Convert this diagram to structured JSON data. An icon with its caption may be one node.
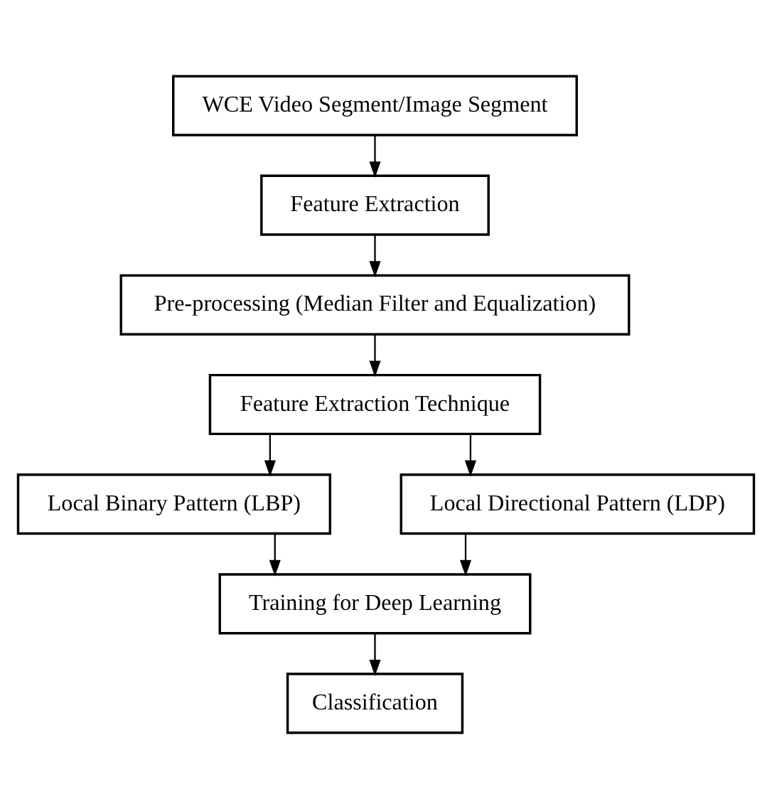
{
  "diagram": {
    "nodes": [
      {
        "text": [
          "WCE Video Segment/Image Segment"
        ]
      },
      {
        "text": [
          "Feature Extraction"
        ]
      },
      {
        "text": [
          "Pre-processing (Median Filter and Equalization)"
        ]
      },
      {
        "text": [
          "Feature Extraction Technique"
        ]
      },
      {
        "text": [
          "Local Binary Pattern (LBP)"
        ]
      },
      {
        "text": [
          "Local Directional Pattern (LDP)"
        ]
      },
      {
        "text": [
          "Training for Deep Learning"
        ]
      },
      {
        "text": [
          "Classification"
        ]
      }
    ],
    "edges": [
      {
        "from": 0,
        "to": 1,
        "arrow": "to"
      },
      {
        "from": 1,
        "to": 2,
        "arrow": "to"
      },
      {
        "from": 2,
        "to": 3,
        "arrow": "to"
      },
      {
        "from": 3,
        "to": 4,
        "arrow": "to"
      },
      {
        "from": 3,
        "to": 5,
        "arrow": "to"
      },
      {
        "from": 4,
        "to": 6,
        "arrow": "to"
      },
      {
        "from": 5,
        "to": 6,
        "arrow": "to"
      },
      {
        "from": 6,
        "to": 7,
        "arrow": "to"
      }
    ]
  }
}
